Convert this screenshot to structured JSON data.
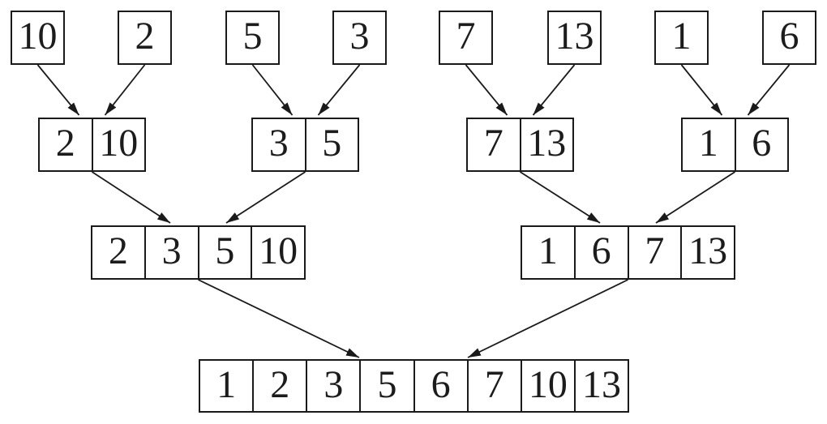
{
  "colors": {
    "ink": "#1a1a1a",
    "background": "#ffffff"
  },
  "rows": [
    {
      "boxes": [
        {
          "cells": [
            "10"
          ]
        },
        {
          "cells": [
            "2"
          ]
        },
        {
          "cells": [
            "5"
          ]
        },
        {
          "cells": [
            "3"
          ]
        },
        {
          "cells": [
            "7"
          ]
        },
        {
          "cells": [
            "13"
          ]
        },
        {
          "cells": [
            "1"
          ]
        },
        {
          "cells": [
            "6"
          ]
        }
      ]
    },
    {
      "boxes": [
        {
          "cells": [
            "2",
            "10"
          ]
        },
        {
          "cells": [
            "3",
            "5"
          ]
        },
        {
          "cells": [
            "7",
            "13"
          ]
        },
        {
          "cells": [
            "1",
            "6"
          ]
        }
      ]
    },
    {
      "boxes": [
        {
          "cells": [
            "2",
            "3",
            "5",
            "10"
          ]
        },
        {
          "cells": [
            "1",
            "6",
            "7",
            "13"
          ]
        }
      ]
    },
    {
      "boxes": [
        {
          "cells": [
            "1",
            "2",
            "3",
            "5",
            "6",
            "7",
            "10",
            "13"
          ]
        }
      ]
    }
  ]
}
